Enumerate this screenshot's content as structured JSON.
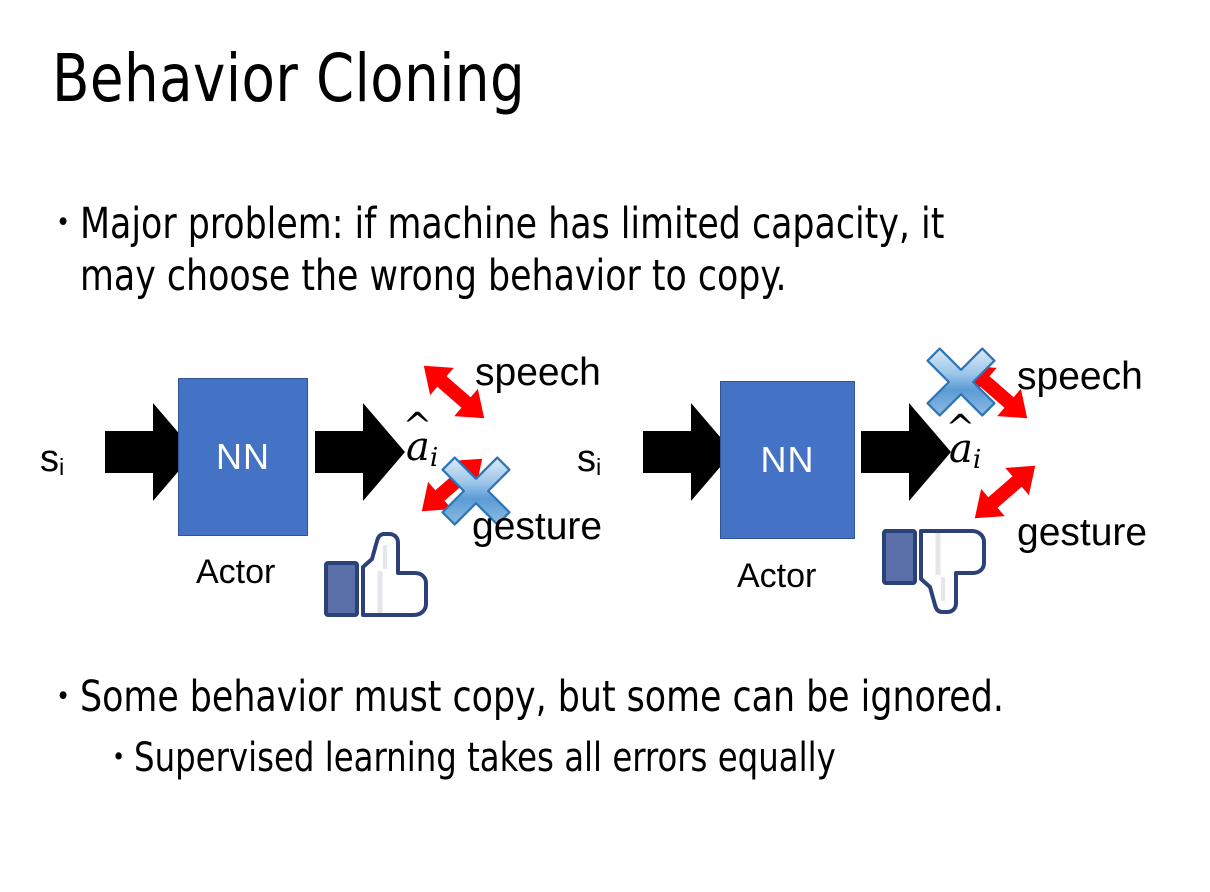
{
  "slide": {
    "title": "Behavior Cloning",
    "background_color": "#FFFFFF"
  },
  "bullets": {
    "top": "Major problem: if machine has limited capacity, it may choose the wrong behavior to copy.",
    "bottom_level1": "Some behavior must copy, but some can be ignored.",
    "bottom_level2": "Supervised learning takes all errors equally",
    "marker": "•"
  },
  "colors": {
    "nn_box_fill": "#4472C4",
    "nn_box_border": "#2F5597",
    "nn_box_text": "#FFFFFF",
    "arrow_black": "#000000",
    "arrow_red": "#FF0000",
    "cross_blue_light": "#CFE2F5",
    "cross_blue_mid": "#5B9BD5",
    "cross_blue_dark": "#2E75B6",
    "thumb_navy": "#3B5998",
    "thumb_white": "#FFFFFF",
    "thumb_shadow": "#E4E6EB",
    "text_black": "#000000"
  },
  "diagrams": [
    {
      "id": "left",
      "state_label": "s",
      "state_subscript": "i",
      "box_label": "NN",
      "box_caption": "Actor",
      "action_label": "a",
      "action_subscript": "i",
      "action_hat": "^",
      "output_top": "speech",
      "output_bottom": "gesture",
      "crossed_output": "gesture",
      "feedback_icon": "thumbs-up-icon",
      "feedback_sentiment": "positive"
    },
    {
      "id": "right",
      "state_label": "s",
      "state_subscript": "i",
      "box_label": "NN",
      "box_caption": "Actor",
      "action_label": "a",
      "action_subscript": "i",
      "action_hat": "^",
      "output_top": "speech",
      "output_bottom": "gesture",
      "crossed_output": "speech",
      "feedback_icon": "thumbs-down-icon",
      "feedback_sentiment": "negative"
    }
  ]
}
